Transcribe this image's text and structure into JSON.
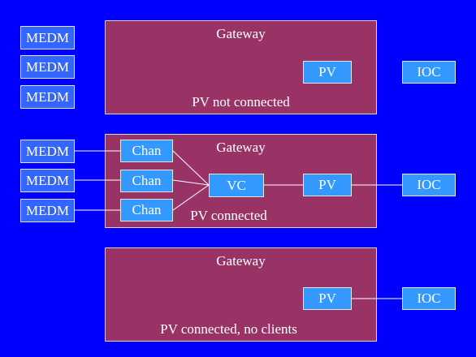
{
  "labels": {
    "medm": "MEDM",
    "gateway": "Gateway",
    "pv": "PV",
    "ioc": "IOC",
    "chan": "Chan",
    "vc": "VC"
  },
  "scenarios": [
    {
      "status": "PV not connected"
    },
    {
      "status": "PV connected"
    },
    {
      "status": "PV connected, no clients"
    }
  ],
  "colors": {
    "background": "#0000ff",
    "gateway_fill": "#993366",
    "box_fill": "#3399ff",
    "medm_fill": "#3366ff",
    "text": "#ffffff",
    "line": "#ffffff"
  }
}
